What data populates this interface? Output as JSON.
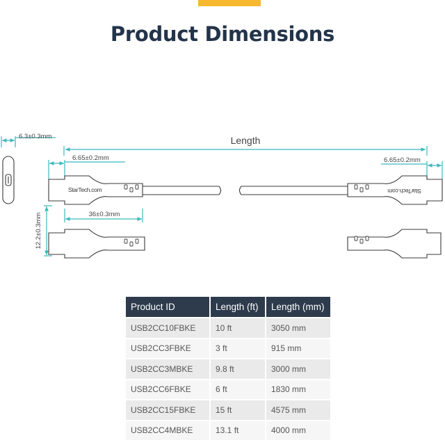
{
  "header": {
    "title": "Product Dimensions"
  },
  "diagram": {
    "length_label": "Length",
    "depth_label": "6.3±0.3mm",
    "left_tip_label": "6.65±0.2mm",
    "right_tip_label": "6.65±0.2mm",
    "connector_label": "36±0.3mm",
    "height_label": "12.2±0.3mm",
    "logo_text": "StarTech.com",
    "colors": {
      "dimension_line": "#3cb8bf",
      "outline": "#3a3a3a"
    }
  },
  "table": {
    "headers": [
      "Product ID",
      "Length (ft)",
      "Length (mm)"
    ],
    "rows": [
      [
        "USB2CC10FBKE",
        "10 ft",
        "3050 mm"
      ],
      [
        "USB2CC3FBKE",
        "3 ft",
        "915 mm"
      ],
      [
        "USB2CC3MBKE",
        "9.8 ft",
        "3000 mm"
      ],
      [
        "USB2CC6FBKE",
        "6 ft",
        "1830 mm"
      ],
      [
        "USB2CC15FBKE",
        "15 ft",
        "4575 mm"
      ],
      [
        "USB2CC4MBKE",
        "13.1 ft",
        "4000 mm"
      ]
    ],
    "colors": {
      "header_bg": "#2d3b4c",
      "row_odd": "#eaeaea",
      "row_even": "#f6f6f6"
    }
  }
}
